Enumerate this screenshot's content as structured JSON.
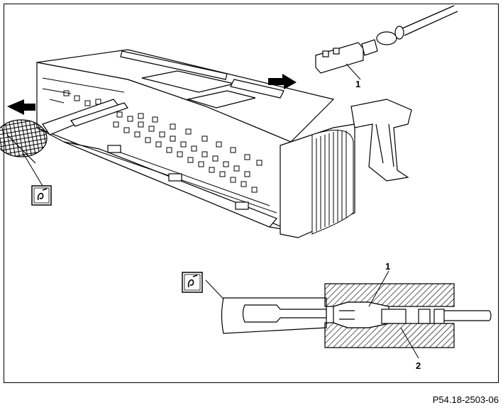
{
  "figure": {
    "code": "P54.18-2503-06",
    "callouts": [
      "1",
      "1",
      "2"
    ],
    "tool_symbol": "tool-symbol"
  }
}
